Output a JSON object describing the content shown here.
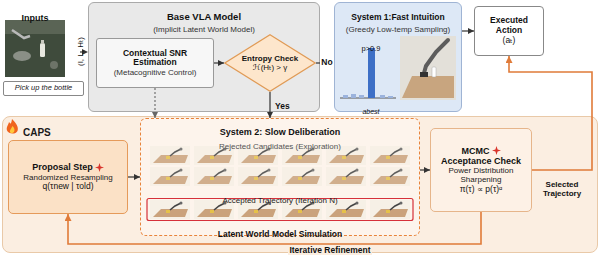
{
  "diagram": {
    "nodes": [
      {
        "text": [
          "Pick up the bottle"
        ]
      },
      {
        "text": [
          "Base VLA Model",
          "(Implicit Latent World Model)"
        ]
      },
      {
        "text": [
          "Contextual SNR Estimation",
          "(Metacognitive Control)"
        ],
        "in": 1
      },
      {
        "text": [
          "Entropy Check",
          "ℋ(Hₜ) > γ"
        ],
        "in": 1
      },
      {
        "text": [
          "System 1:Fast Intuition",
          "(Greedy Low-temp Sampling)"
        ]
      },
      {
        "text": [
          "Executed Action",
          "(aₜ)"
        ]
      },
      {
        "text": [
          "CAPS"
        ]
      },
      {
        "text": [
          "Proposal Step",
          "Randomized Resampling",
          "q(τnew | τold)"
        ],
        "in": 6
      },
      {
        "text": [
          "System 2: Slow Deliberation",
          "Rejected Candidates (Exploration)",
          "Accepted Trajectory (Iteration N)",
          "Latent World Model Simulation"
        ],
        "in": 6
      },
      {
        "text": [
          "MCMC",
          "Acceptance Check",
          "Power Distribution Sharpening",
          "π(τ) ∝ p(τ)ᵅ"
        ],
        "in": 6
      }
    ],
    "edges": [
      {
        "from": 2,
        "to": 3,
        "arrow": "to"
      },
      {
        "from": 3,
        "to": 4,
        "label": "No",
        "arrow": "to"
      },
      {
        "from": 4,
        "to": 5,
        "arrow": "to"
      },
      {
        "from": 3,
        "to": 8,
        "label": "Yes",
        "arrow": "to"
      },
      {
        "from": 2,
        "to": 8,
        "arrow": "to"
      },
      {
        "from": 7,
        "to": 8,
        "arrow": "to"
      },
      {
        "from": 8,
        "to": 9,
        "arrow": "to"
      },
      {
        "from": 9,
        "to": 5,
        "label": "Selected Trajectory",
        "arrow": "to"
      },
      {
        "from": 9,
        "to": 7,
        "label": "Iterative Refinement",
        "arrow": "to"
      }
    ],
    "labels": [
      "Inputs",
      "(I, L, Hₜ)",
      "p>0.9",
      "abest"
    ]
  }
}
